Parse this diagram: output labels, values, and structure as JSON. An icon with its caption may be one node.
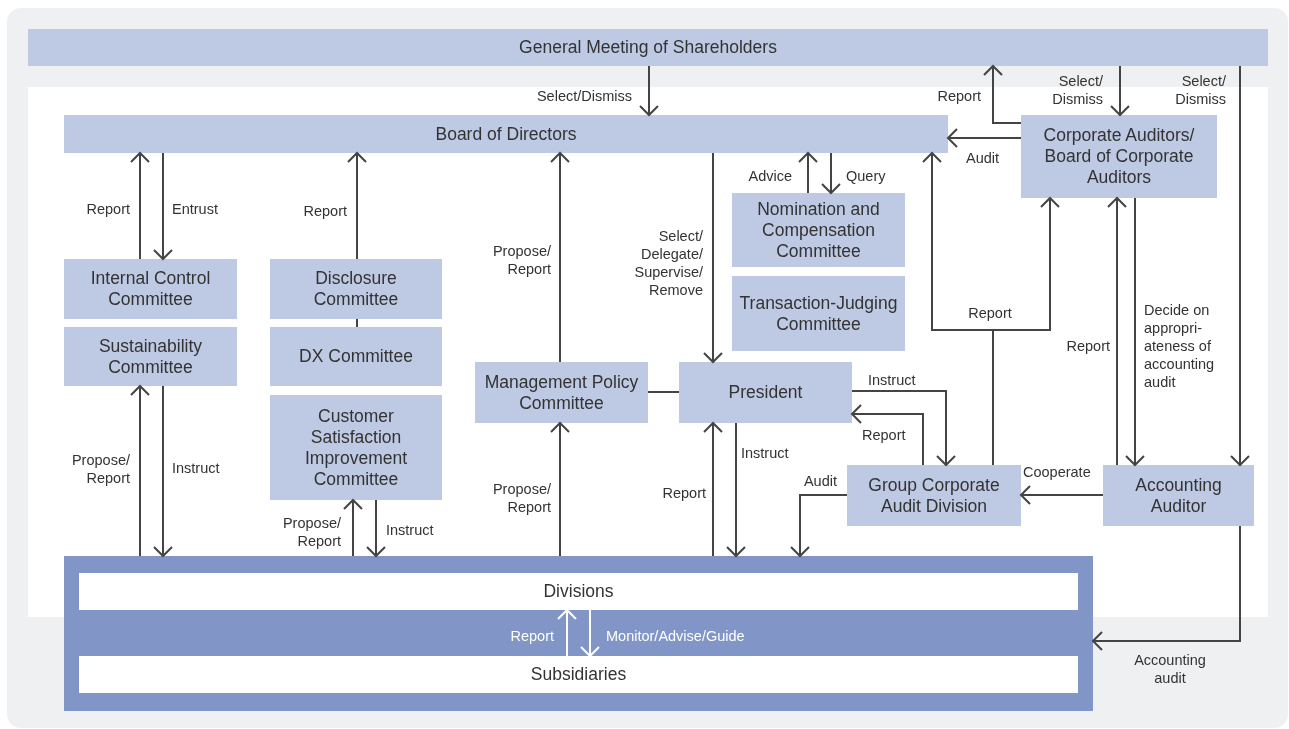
{
  "diagram": {
    "nodes": [
      {
        "text": [
          "General Meeting of Shareholders"
        ]
      },
      {
        "text": [
          "Board of Directors"
        ]
      },
      {
        "text": [
          "Corporate Auditors/ Board of Corporate Auditors"
        ]
      },
      {
        "text": [
          "Internal Control Committee"
        ]
      },
      {
        "text": [
          "Sustainability Committee"
        ]
      },
      {
        "text": [
          "Disclosure Committee"
        ]
      },
      {
        "text": [
          "DX Committee"
        ]
      },
      {
        "text": [
          "Customer Satisfaction Improvement Committee"
        ]
      },
      {
        "text": [
          "Nomination and Compensation Committee"
        ]
      },
      {
        "text": [
          "Transaction-Judging Committee"
        ]
      },
      {
        "text": [
          "Management Policy Committee"
        ]
      },
      {
        "text": [
          "President"
        ]
      },
      {
        "text": [
          "Group Corporate Audit Division"
        ]
      },
      {
        "text": [
          "Accounting Auditor"
        ]
      },
      {
        "text": [],
        "shape": "box"
      },
      {
        "text": [
          "Divisions"
        ],
        "in": 14
      },
      {
        "text": [
          "Subsidiaries"
        ],
        "in": 14
      }
    ],
    "edges": [
      {
        "from": 0,
        "to": 1,
        "arrow": "to",
        "label": "Select/Dismiss"
      },
      {
        "from": 2,
        "to": 0,
        "arrow": "to",
        "label": "Report"
      },
      {
        "from": 0,
        "to": 2,
        "arrow": "to",
        "label": "Select/ Dismiss"
      },
      {
        "from": 0,
        "to": 13,
        "arrow": "to",
        "label": "Select/ Dismiss"
      },
      {
        "from": 2,
        "to": 1,
        "arrow": "to",
        "label": "Audit"
      },
      {
        "from": 3,
        "to": 1,
        "arrow": "to",
        "label": "Report"
      },
      {
        "from": 1,
        "to": 3,
        "arrow": "to",
        "label": "Entrust"
      },
      {
        "from": 5,
        "to": 1,
        "arrow": "to",
        "label": "Report"
      },
      {
        "from": 5,
        "to": 6,
        "arrow": "none"
      },
      {
        "from": 10,
        "to": 1,
        "arrow": "to",
        "label": "Propose/ Report"
      },
      {
        "from": 1,
        "to": 11,
        "arrow": "to",
        "label": "Select/ Delegate/ Supervise/ Remove"
      },
      {
        "from": 8,
        "to": 1,
        "arrow": "to",
        "label": "Advice"
      },
      {
        "from": 1,
        "to": 8,
        "arrow": "to",
        "label": "Query"
      },
      {
        "from": 12,
        "to": 1,
        "arrow": "to",
        "label": "Report"
      },
      {
        "from": 12,
        "to": 2,
        "arrow": "to"
      },
      {
        "from": 10,
        "to": 11,
        "arrow": "none"
      },
      {
        "from": 11,
        "to": 12,
        "arrow": "to",
        "label": "Instruct"
      },
      {
        "from": 12,
        "to": 11,
        "arrow": "to",
        "label": "Report"
      },
      {
        "from": 13,
        "to": 2,
        "arrow": "to",
        "label": "Report"
      },
      {
        "from": 2,
        "to": 13,
        "arrow": "to",
        "label": "Decide on appropri- ateness of accounting audit"
      },
      {
        "from": 13,
        "to": 12,
        "arrow": "to",
        "label": "Cooperate"
      },
      {
        "from": 12,
        "to": 14,
        "arrow": "to",
        "label": "Audit"
      },
      {
        "from": 14,
        "to": 4,
        "arrow": "to",
        "label": "Propose/ Report"
      },
      {
        "from": 4,
        "to": 14,
        "arrow": "to",
        "label": "Instruct"
      },
      {
        "from": 14,
        "to": 7,
        "arrow": "to",
        "label": "Propose/ Report"
      },
      {
        "from": 7,
        "to": 14,
        "arrow": "to",
        "label": "Instruct"
      },
      {
        "from": 14,
        "to": 10,
        "arrow": "to",
        "label": "Propose/ Report"
      },
      {
        "from": 14,
        "to": 11,
        "arrow": "to",
        "label": "Report"
      },
      {
        "from": 11,
        "to": 14,
        "arrow": "to",
        "label": "Instruct"
      },
      {
        "from": 13,
        "to": 14,
        "arrow": "to",
        "label": "Accounting audit"
      },
      {
        "from": 16,
        "to": 15,
        "arrow": "to",
        "label": "Report",
        "color": "#ffffff"
      },
      {
        "from": 15,
        "to": 16,
        "arrow": "to",
        "label": "Monitor/Advise/Guide",
        "color": "#ffffff"
      }
    ]
  }
}
